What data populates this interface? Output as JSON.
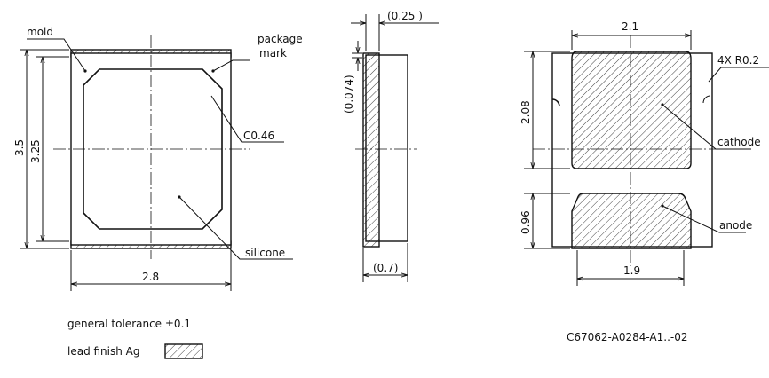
{
  "labels": {
    "mold": "mold",
    "package_mark_line1": "package",
    "package_mark_line2": "mark",
    "chamfer": "C0.46",
    "silicone": "silicone",
    "cathode": "cathode",
    "anode": "anode",
    "radius": "4X R0.2"
  },
  "dimensions": {
    "height_total": "3.5",
    "height_inner": "3.25",
    "width_total": "2.8",
    "side_top": "(0.25 )",
    "side_lead": "(0.074)",
    "side_width": "(0.7)",
    "pad_width_top": "2.1",
    "pad_height_top": "2.08",
    "pad_height_bottom": "0.96",
    "pad_width_bottom": "1.9"
  },
  "notes": {
    "tolerance": "general tolerance ±0.1",
    "lead_finish": "lead finish Ag"
  },
  "part_number": "C67062-A0284-A1..-02"
}
